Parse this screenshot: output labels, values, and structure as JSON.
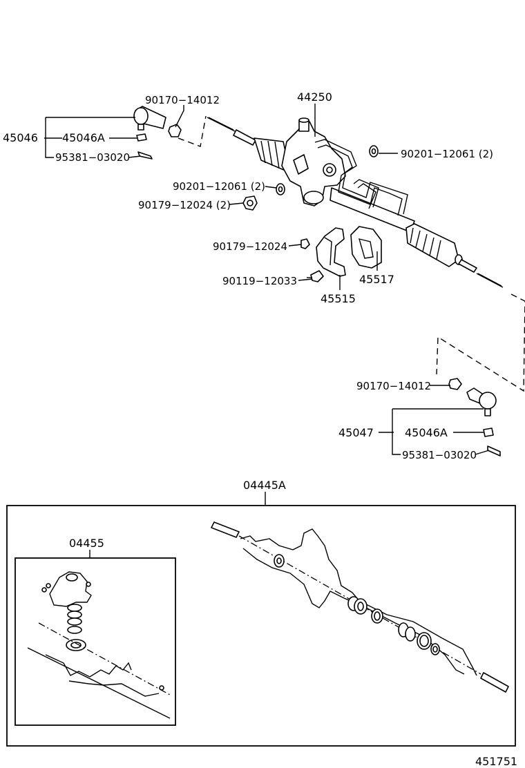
{
  "labels": {
    "p44250": "44250",
    "p90170_top": "90170−14012",
    "p45046": "45046",
    "p45046A_top": "45046A",
    "p95381_top": "95381−03020",
    "p90201_right": "90201−12061 (2)",
    "p90201_left": "90201−12061 (2)",
    "p90179_2": "90179−12024 (2)",
    "p90179": "90179−12024",
    "p90119": "90119−12033",
    "p45515": "45515",
    "p45517": "45517",
    "p90170_bot": "90170−14012",
    "p45047": "45047",
    "p45046A_bot": "45046A",
    "p95381_bot": "95381−03020",
    "p04445A": "04445A",
    "p04455": "04455",
    "figure_no": "451751"
  }
}
